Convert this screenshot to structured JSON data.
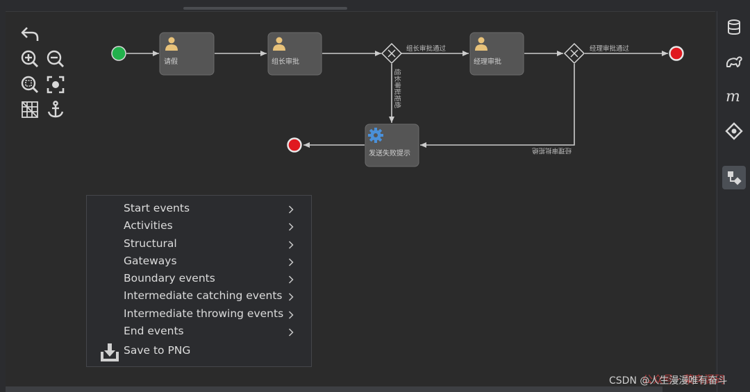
{
  "diagram": {
    "tasks": [
      {
        "id": "task-qingjia",
        "label": "请假"
      },
      {
        "id": "task-zuzhang",
        "label": "组长审批"
      },
      {
        "id": "task-jingli",
        "label": "经理审批"
      },
      {
        "id": "task-fail",
        "label": "发送失败提示"
      }
    ],
    "flows": {
      "group_pass": "组长审批通过",
      "group_reject": "组长审批拒绝",
      "manager_pass": "经理审批通过",
      "manager_reject": "经理审批拒绝"
    },
    "colors": {
      "start": "#22b14c",
      "end": "#e0191f",
      "task": "#555555",
      "line": "#cccccc",
      "user_icon": "#e8c27a",
      "service_icon": "#4a90d9"
    }
  },
  "toolbar": {
    "icons": [
      "undo-icon",
      "zoom-in-icon",
      "zoom-out-icon",
      "zoom-actual-icon",
      "zoom-fit-icon",
      "grid-icon",
      "anchor-icon"
    ]
  },
  "sidebar_right": {
    "icons": [
      "database-icon",
      "gradle-icon",
      "maven-icon",
      "codeium-icon",
      "bpmn-diagram-icon"
    ]
  },
  "context_menu": {
    "items": [
      {
        "label": "Start events"
      },
      {
        "label": "Activities"
      },
      {
        "label": "Structural"
      },
      {
        "label": "Gateways"
      },
      {
        "label": "Boundary events"
      },
      {
        "label": "Intermediate catching events"
      },
      {
        "label": "Intermediate throwing events"
      },
      {
        "label": "End events"
      }
    ],
    "save_label": "Save to PNG"
  },
  "watermark": {
    "csdn": "CSDN @人生漫漫唯有奋斗",
    "overlay": "公众号 · 菜鸟源码"
  }
}
